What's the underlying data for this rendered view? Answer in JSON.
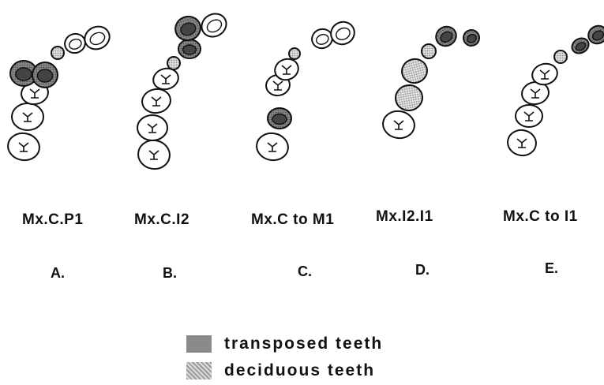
{
  "panels": [
    {
      "label": "Mx.C.P1",
      "letter": "A."
    },
    {
      "label": "Mx.C.I2",
      "letter": "B."
    },
    {
      "label": "Mx.C to M1",
      "letter": "C."
    },
    {
      "label": "Mx.I2.I1",
      "letter": "D."
    },
    {
      "label": "Mx.C to I1",
      "letter": "E."
    }
  ],
  "legend": {
    "transposed": {
      "text": "transposed  teeth",
      "color": "#7d7d7d"
    },
    "deciduous": {
      "text": "deciduous  teeth",
      "color": "#bdbdbd"
    }
  }
}
